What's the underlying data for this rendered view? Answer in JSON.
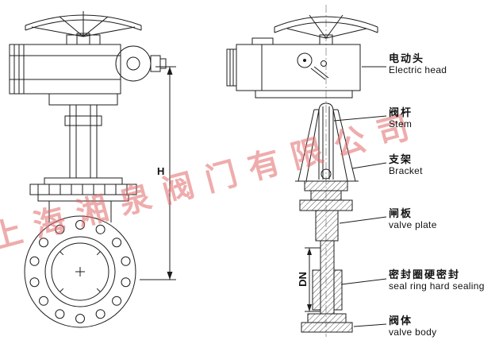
{
  "watermark": {
    "text": "上海湘泉阀门有限公司",
    "color": "#e26a6a"
  },
  "dimensions": {
    "h": "H",
    "dn": "DN"
  },
  "part_labels": [
    {
      "zh": "电动头",
      "en": "Electric head"
    },
    {
      "zh": "阀杆",
      "en": "Stem"
    },
    {
      "zh": "支架",
      "en": "Bracket"
    },
    {
      "zh": "闸板",
      "en": "valve plate"
    },
    {
      "zh": "密封圈硬密封",
      "en": "seal ring hard sealing"
    },
    {
      "zh": "阀体",
      "en": "valve body"
    }
  ],
  "drawing": {
    "line_color": "#1c1c1c",
    "background": "#ffffff"
  }
}
